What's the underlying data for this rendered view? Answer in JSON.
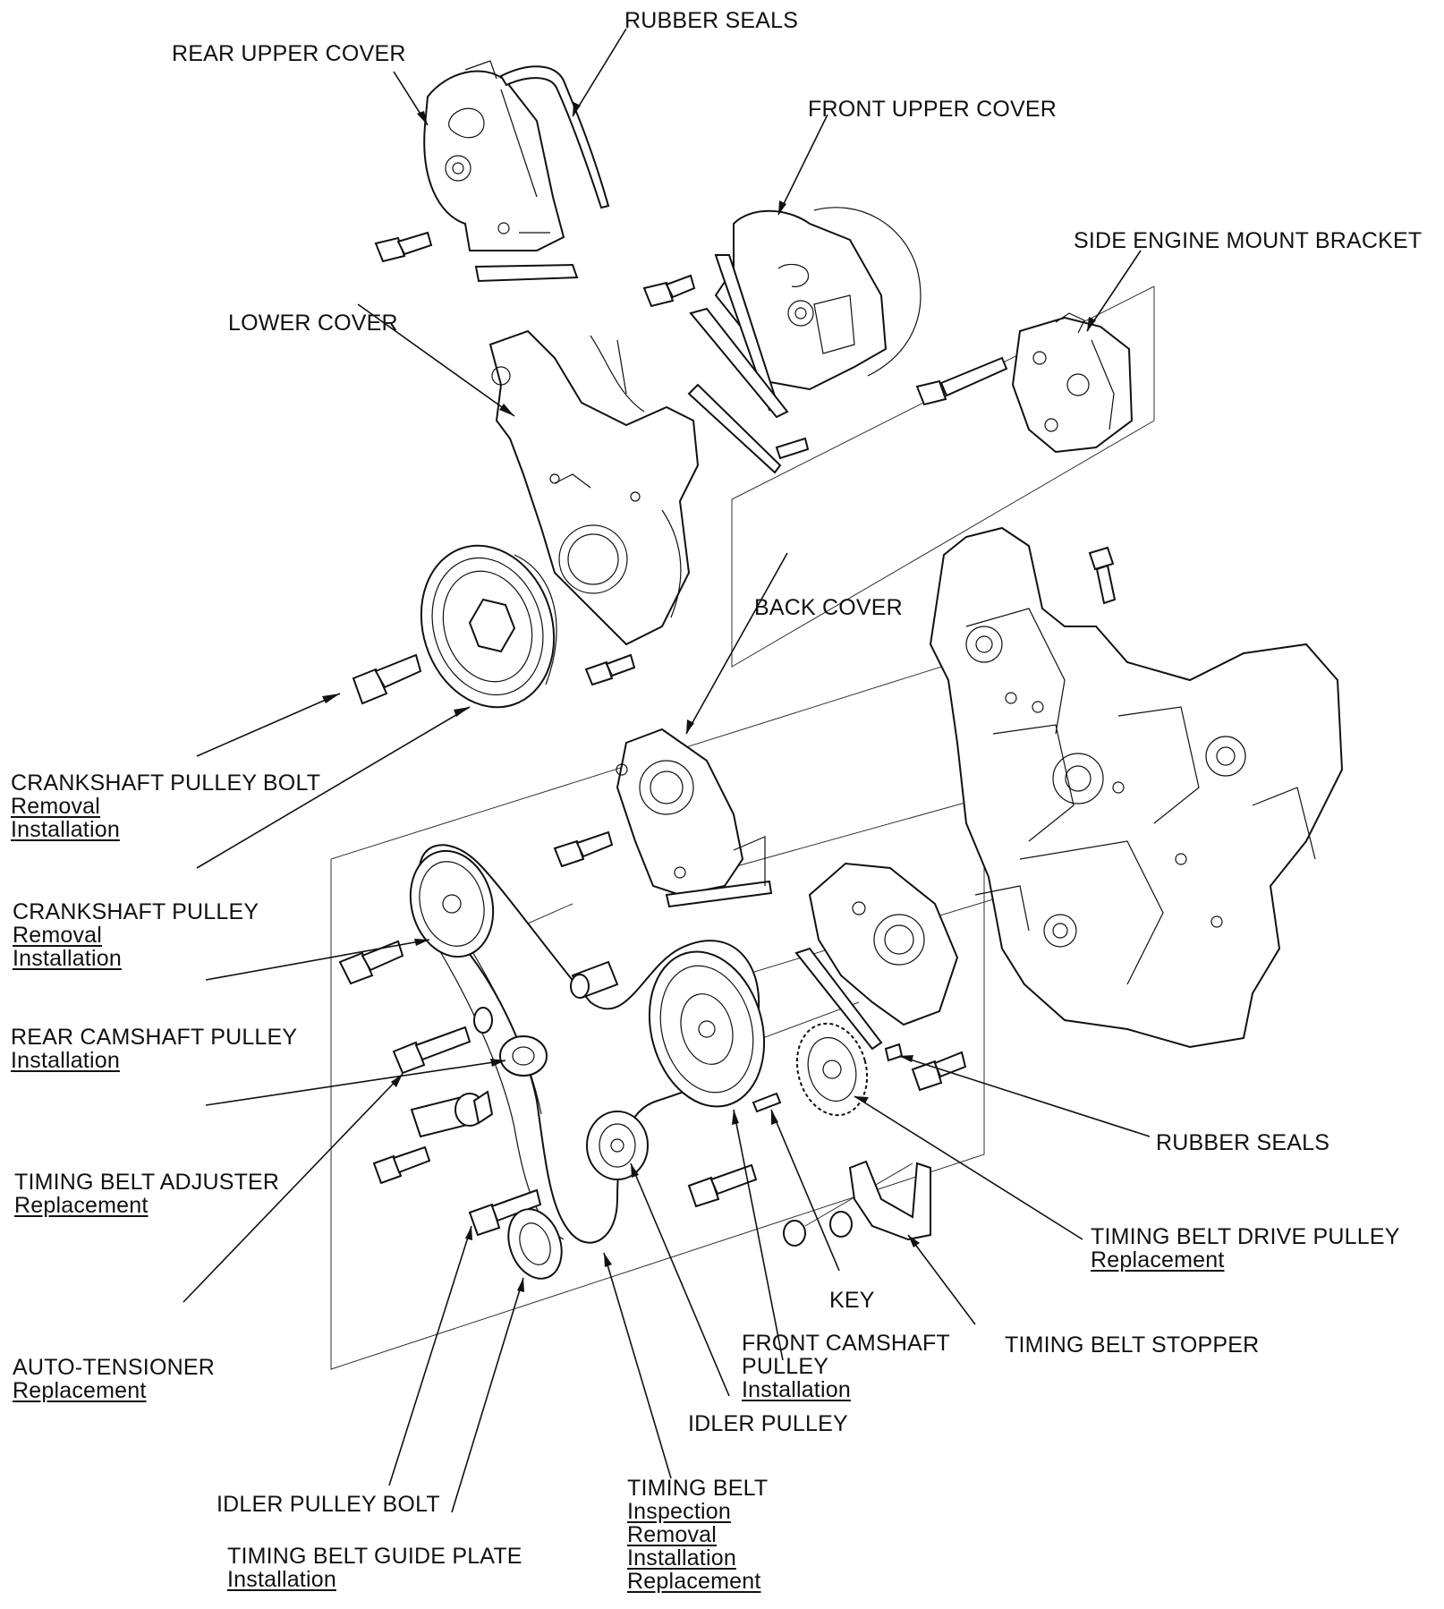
{
  "labels": {
    "rubber_seals_top": "RUBBER SEALS",
    "rear_upper_cover": "REAR UPPER COVER",
    "front_upper_cover": "FRONT UPPER COVER",
    "side_engine_mount_bracket": "SIDE ENGINE MOUNT BRACKET",
    "lower_cover": "LOWER COVER",
    "back_cover": "BACK COVER",
    "crankshaft_pulley_bolt": {
      "title": "CRANKSHAFT PULLEY BOLT",
      "links": [
        "Removal",
        "Installation"
      ]
    },
    "crankshaft_pulley": {
      "title": "CRANKSHAFT PULLEY",
      "links": [
        "Removal",
        "Installation"
      ]
    },
    "rear_camshaft_pulley": {
      "title": "REAR CAMSHAFT PULLEY",
      "links": [
        "Installation"
      ]
    },
    "timing_belt_adjuster": {
      "title": "TIMING BELT ADJUSTER",
      "links": [
        "Replacement"
      ]
    },
    "auto_tensioner": {
      "title": "AUTO-TENSIONER",
      "links": [
        "Replacement"
      ]
    },
    "idler_pulley_bolt": "IDLER PULLEY BOLT",
    "timing_belt_guide_plate": {
      "title": "TIMING BELT GUIDE PLATE",
      "links": [
        "Installation"
      ]
    },
    "timing_belt": {
      "title": "TIMING BELT",
      "links": [
        "Inspection",
        "Removal",
        "Installation",
        "Replacement"
      ]
    },
    "idler_pulley": "IDLER PULLEY",
    "front_camshaft_pulley": {
      "title_line1": "FRONT CAMSHAFT",
      "title_line2": "PULLEY",
      "links": [
        "Installation"
      ]
    },
    "key": "KEY",
    "timing_belt_stopper": "TIMING BELT STOPPER",
    "timing_belt_drive_pulley": {
      "title": "TIMING BELT DRIVE PULLEY",
      "links": [
        "Replacement"
      ]
    },
    "rubber_seals_bottom": "RUBBER SEALS"
  }
}
